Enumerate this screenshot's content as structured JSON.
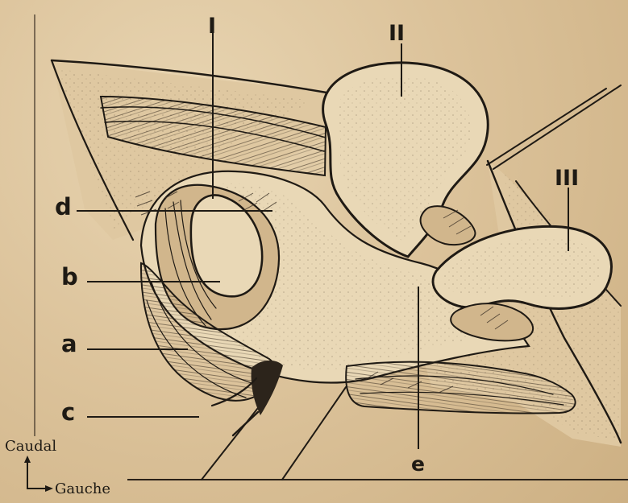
{
  "labels": {
    "top_i": "I",
    "top_ii": "II",
    "top_iii": "III",
    "left_d": "d",
    "left_b": "b",
    "left_a": "a",
    "left_c": "c",
    "bottom_e": "e"
  },
  "orientation": {
    "vertical": "Caudal",
    "horizontal": "Gauche"
  }
}
